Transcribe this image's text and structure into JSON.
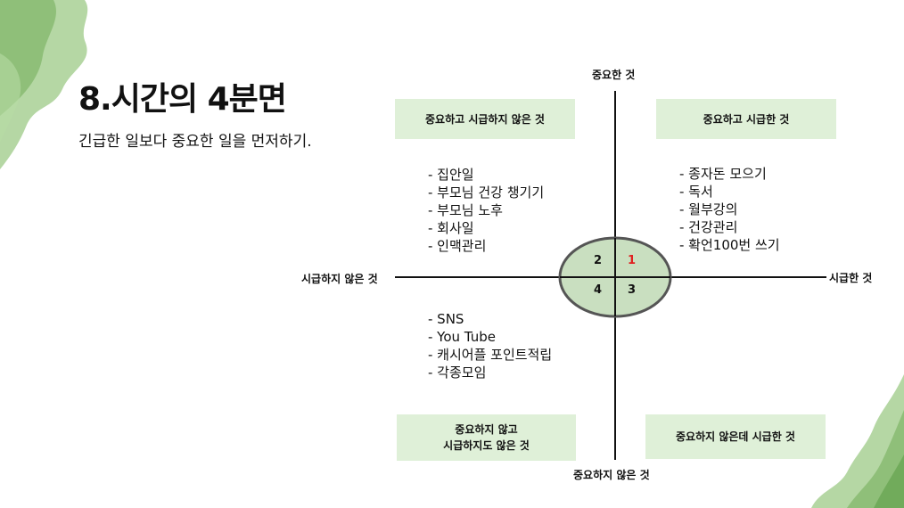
{
  "title": "8.시간의 4분면",
  "subtitle": "긴급한 일보다 중요한 일을 먼저하기.",
  "axes": {
    "top": "중요한 것",
    "bottom": "중요하지 않은 것",
    "left": "시급하지 않은 것",
    "right": "시급한 것"
  },
  "quadrant_boxes": {
    "top_left": "중요하고 시급하지 않은 것",
    "top_right": "중요하고 시급한 것",
    "bottom_left_line1": "중요하지 않고",
    "bottom_left_line2": "시급하지도 않은 것",
    "bottom_right": "중요하지 않은데 시급한 것"
  },
  "lists": {
    "top_left": [
      "-  집안일",
      "-  부모님 건강 챙기기",
      "-  부모님 노후",
      "-  회사일",
      "-  인맥관리"
    ],
    "top_right": [
      "-  종자돈 모으기",
      "-  독서",
      "-  월부강의",
      "-  건강관리",
      "-  확언100번 쓰기"
    ],
    "bottom_left": [
      "- SNS",
      "- You Tube",
      "-  캐시어플 포인트적립",
      "-  각종모임"
    ]
  },
  "circle_numbers": {
    "top_left": "2",
    "top_right": "1",
    "bottom_left": "4",
    "bottom_right": "3"
  },
  "colors": {
    "box_fill": "#dff0d8",
    "ellipse_fill": "#c9dfc0",
    "ellipse_stroke": "#555555",
    "highlight_number": "#e02020",
    "decoration": "#8fc27a"
  }
}
